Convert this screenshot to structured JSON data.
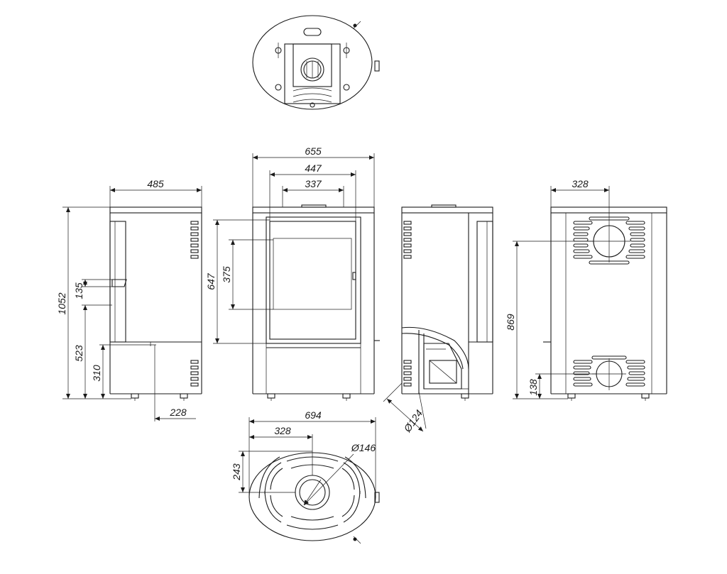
{
  "dimensions": {
    "side_width": "485",
    "overall_height": "1052",
    "handle_height": "135",
    "door_bottom_height": "523",
    "ash_height": "310",
    "leg_offset": "228",
    "front_width": "655",
    "door_width": "447",
    "glass_width": "337",
    "glass_height": "375",
    "door_height": "647",
    "air_inlet_diameter": "Ø124",
    "back_flue_offset": "328",
    "back_flue_height": "869",
    "back_inlet_height": "138",
    "top_width": "694",
    "top_flue_offset": "328",
    "top_flue_depth": "243",
    "flue_diameter": "Ø146"
  },
  "colors": {
    "line": "#1a1a1a",
    "background": "#ffffff"
  }
}
